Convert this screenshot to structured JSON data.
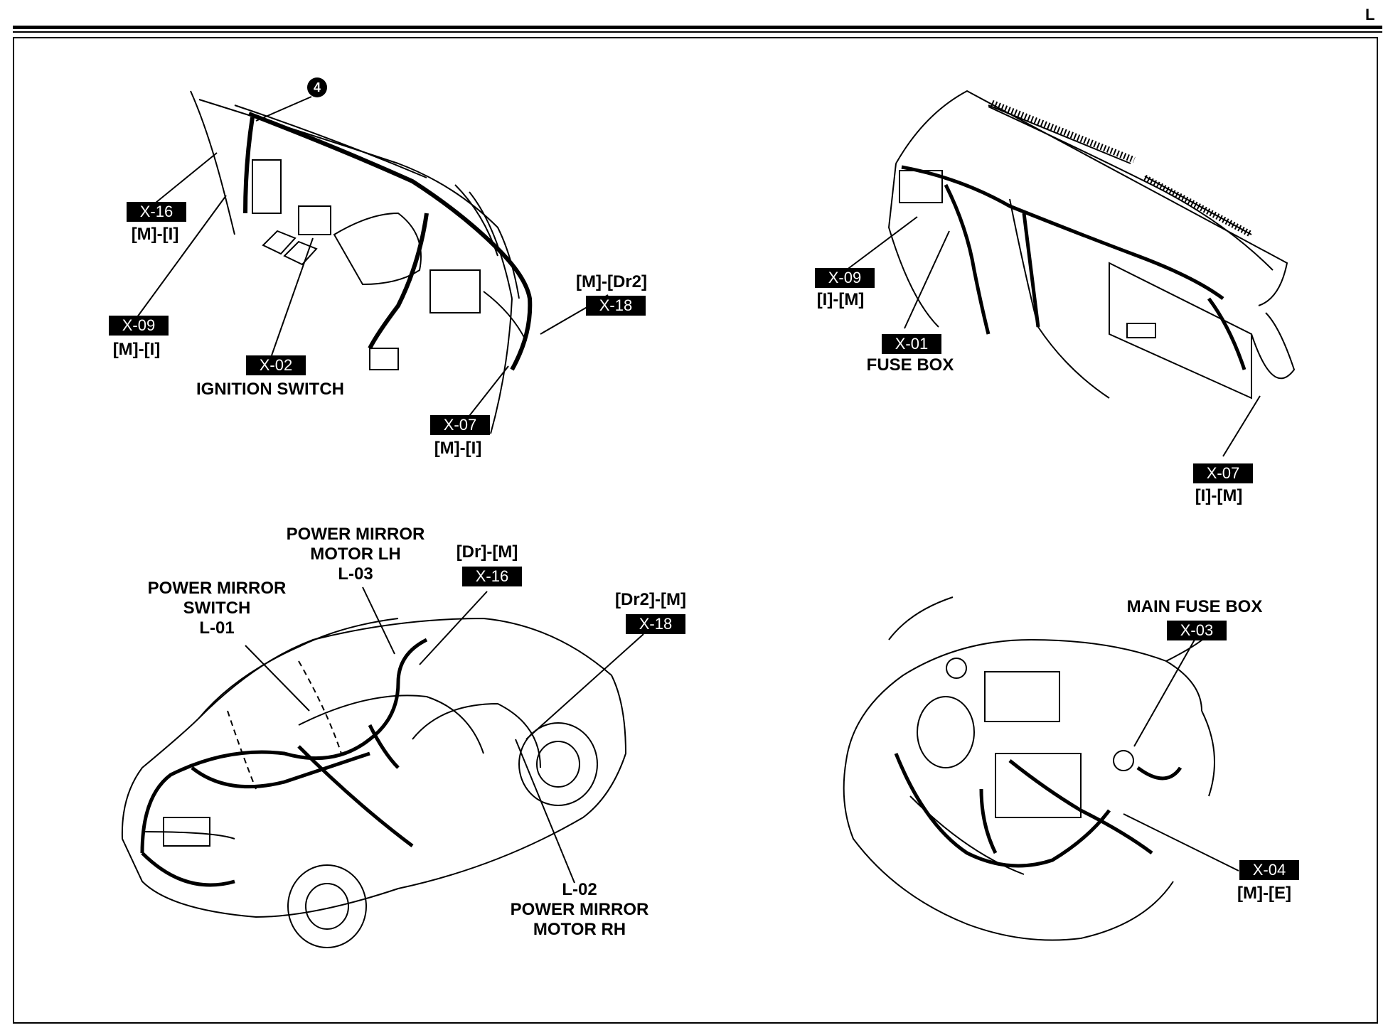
{
  "page": {
    "section_letter": "L"
  },
  "callout": {
    "number": "4"
  },
  "panels": {
    "top_left": {
      "x16": {
        "code": "X-16",
        "pins": "[M]-[I]"
      },
      "x09": {
        "code": "X-09",
        "pins": "[M]-[I]"
      },
      "x02": {
        "code": "X-02",
        "name": "IGNITION SWITCH"
      },
      "x18": {
        "pins": "[M]-[Dr2]",
        "code": "X-18"
      },
      "x07": {
        "code": "X-07",
        "pins": "[M]-[I]"
      }
    },
    "top_right": {
      "x09": {
        "code": "X-09",
        "pins": "[I]-[M]"
      },
      "x01": {
        "code": "X-01",
        "name": "FUSE BOX"
      },
      "x07": {
        "code": "X-07",
        "pins": "[I]-[M]"
      }
    },
    "bottom_left": {
      "mirror_switch": {
        "line1": "POWER MIRROR",
        "line2": "SWITCH",
        "code": "L-01"
      },
      "mirror_lh": {
        "line1": "POWER MIRROR",
        "line2": "MOTOR LH",
        "code": "L-03"
      },
      "x16": {
        "pins": "[Dr]-[M]",
        "code": "X-16"
      },
      "x18": {
        "pins": "[Dr2]-[M]",
        "code": "X-18"
      },
      "mirror_rh": {
        "code": "L-02",
        "line1": "POWER MIRROR",
        "line2": "MOTOR RH"
      }
    },
    "bottom_right": {
      "x03": {
        "name": "MAIN FUSE BOX",
        "code": "X-03"
      },
      "x04": {
        "code": "X-04",
        "pins": "[M]-[E]"
      }
    }
  }
}
